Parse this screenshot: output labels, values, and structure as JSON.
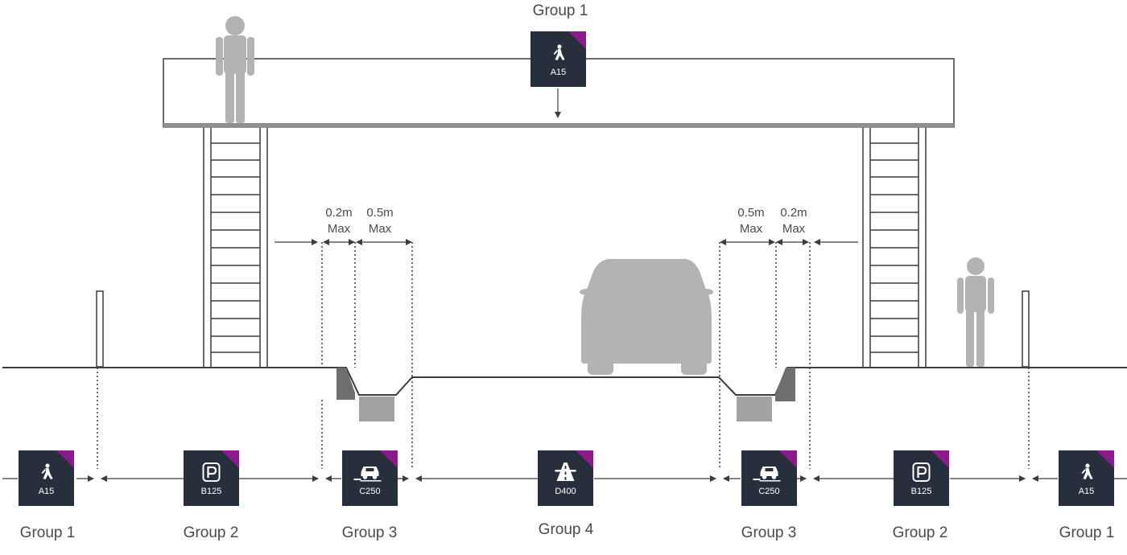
{
  "colors": {
    "badge_bg": "#262f3b",
    "badge_corner": "#8b1a8b",
    "line": "#3c3c3c",
    "silhouette": "#b3b3b3",
    "kerb": "#7a7a7a",
    "kerb_light": "#a3a3a3",
    "bridge_deck": "#8f8f8f",
    "text": "#4a4a4a"
  },
  "badges": {
    "bridge": {
      "code": "A15",
      "icon": "pedestrian-icon",
      "group_label": "Group 1"
    },
    "bottom": [
      {
        "code": "A15",
        "icon": "pedestrian-icon",
        "group_label": "Group 1"
      },
      {
        "code": "B125",
        "icon": "parking-icon",
        "group_label": "Group 2"
      },
      {
        "code": "C250",
        "icon": "car-icon",
        "group_label": "Group 3"
      },
      {
        "code": "D400",
        "icon": "highway-icon",
        "group_label": "Group 4"
      },
      {
        "code": "C250",
        "icon": "car-icon",
        "group_label": "Group 3"
      },
      {
        "code": "B125",
        "icon": "parking-icon",
        "group_label": "Group 2"
      },
      {
        "code": "A15",
        "icon": "pedestrian-icon",
        "group_label": "Group 1"
      }
    ]
  },
  "dimensions": {
    "left_kerb": {
      "value": "0.2m",
      "unit": "Max"
    },
    "left_gutter": {
      "value": "0.5m",
      "unit": "Max"
    },
    "right_gutter": {
      "value": "0.5m",
      "unit": "Max"
    },
    "right_kerb": {
      "value": "0.2m",
      "unit": "Max"
    }
  }
}
